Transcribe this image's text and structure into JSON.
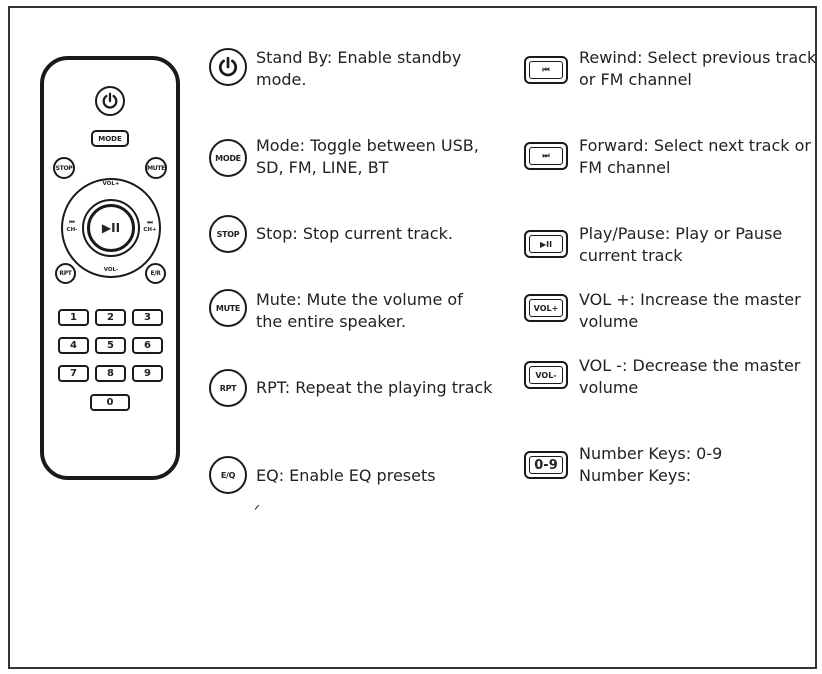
{
  "remote": {
    "mode": "MODE",
    "stop": "STOP",
    "mute": "MUTE",
    "vol_up": "VOL+",
    "vol_down": "VOL-",
    "prev": "⏮",
    "ch_down": "CH-",
    "next": "⏭",
    "ch_up": "CH+",
    "play": "▶II",
    "rpt": "RPT",
    "eq": "E/R",
    "keys": [
      "1",
      "2",
      "3",
      "4",
      "5",
      "6",
      "7",
      "8",
      "9",
      "0"
    ]
  },
  "legend_left": [
    {
      "icon": "power-icon",
      "label": "",
      "text_1": "Stand By: Enable standby",
      "text_2": "mode."
    },
    {
      "icon": "mode-icon",
      "label": "MODE",
      "text_1": "Mode: Toggle between USB,",
      "text_2": "SD, FM, LINE, BT"
    },
    {
      "icon": "stop-icon",
      "label": "STOP",
      "text_1": "Stop: Stop current track.",
      "text_2": ""
    },
    {
      "icon": "mute-icon",
      "label": "MUTE",
      "text_1": "Mute: Mute the volume of",
      "text_2": "the entire speaker."
    },
    {
      "icon": "rpt-icon",
      "label": "RPT",
      "text_1": "RPT: Repeat the playing track",
      "text_2": ""
    },
    {
      "icon": "eq-icon",
      "label": "E/Q",
      "text_1": "EQ: Enable EQ presets",
      "text_2": ""
    }
  ],
  "legend_right": [
    {
      "icon": "rewind-icon",
      "label": "⏮",
      "text_1": "Rewind: Select previous track",
      "text_2": "or FM channel"
    },
    {
      "icon": "forward-icon",
      "label": "⏭",
      "text_1": "Forward: Select next track or",
      "text_2": "FM channel"
    },
    {
      "icon": "play-pause-icon",
      "label": "▶II",
      "text_1": "Play/Pause: Play or Pause",
      "text_2": "current track"
    },
    {
      "icon": "vol-up-icon",
      "label": "VOL+",
      "text_1": "VOL +: Increase the master",
      "text_2": "volume"
    },
    {
      "icon": "vol-down-icon",
      "label": "VOL-",
      "text_1": "VOL -: Decrease the master",
      "text_2": "volume"
    },
    {
      "icon": "number-keys-icon",
      "label": "0-9",
      "text_1": "Number Keys: 0-9",
      "text_2": "Number Keys:"
    }
  ],
  "stray_mark": "ᐟ"
}
